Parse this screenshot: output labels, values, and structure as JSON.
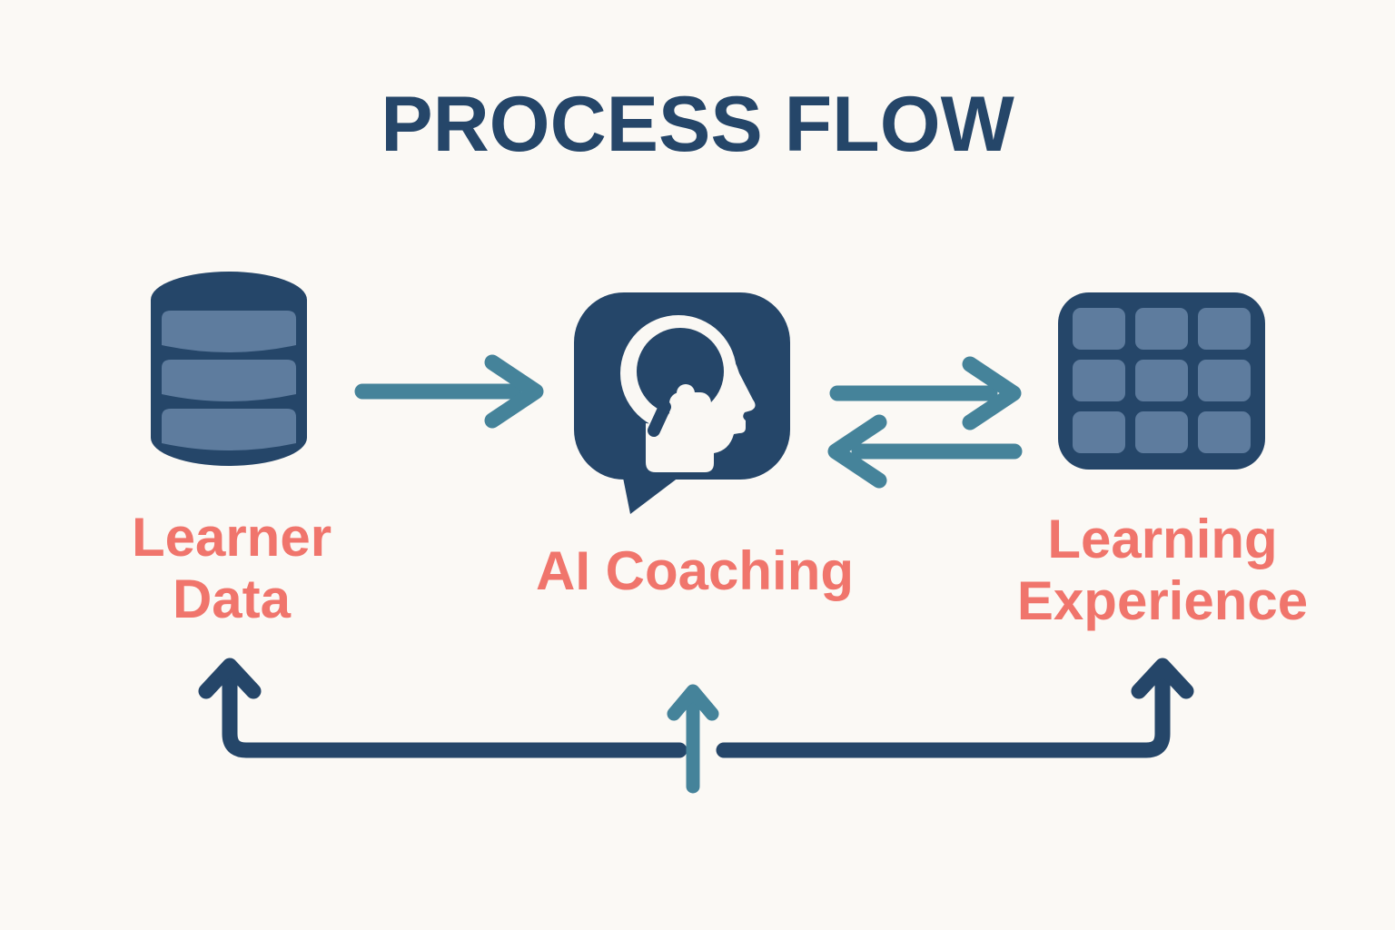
{
  "title": "PROCESS FLOW",
  "colors": {
    "navy": "#254669",
    "slate": "#5e7c9e",
    "teal": "#45839a",
    "coral": "#f0756c",
    "background": "#fbf9f5"
  },
  "nodes": [
    {
      "id": "learner-data",
      "label": "Learner Data",
      "icon": "database-icon"
    },
    {
      "id": "ai-coaching",
      "label": "AI Coaching",
      "icon": "chat-bubble-head-icon"
    },
    {
      "id": "learning-experience",
      "label": "Learning Experience",
      "icon": "grid-icon"
    }
  ],
  "edges": [
    {
      "from": "Learner Data",
      "to": "AI Coaching",
      "style": "teal",
      "direction": "right"
    },
    {
      "from": "AI Coaching",
      "to": "Learning Experience",
      "style": "teal",
      "direction": "right"
    },
    {
      "from": "Learning Experience",
      "to": "AI Coaching",
      "style": "teal",
      "direction": "left"
    },
    {
      "from": "feedback-loop",
      "to": "Learner Data",
      "style": "navy",
      "direction": "up"
    },
    {
      "from": "feedback-loop",
      "to": "Learning Experience",
      "style": "navy",
      "direction": "up"
    },
    {
      "from": "feedback-loop",
      "to": "AI Coaching",
      "style": "teal",
      "direction": "up"
    }
  ]
}
